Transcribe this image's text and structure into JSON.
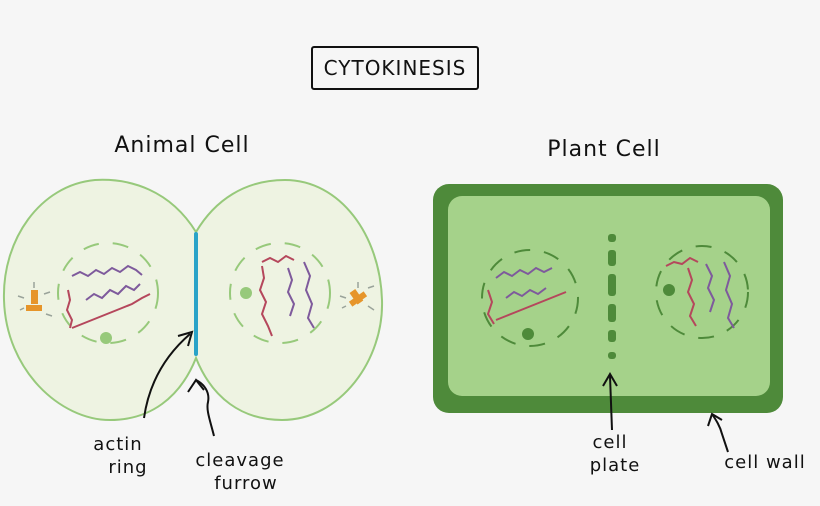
{
  "title": "CYTOKINESIS",
  "animal": {
    "heading": "Animal Cell",
    "label_actin": [
      "actin",
      "ring"
    ],
    "label_cleavage": [
      "cleavage",
      "furrow"
    ]
  },
  "plant": {
    "heading": "Plant Cell",
    "label_plate": [
      "cell",
      "plate"
    ],
    "label_wall": "cell wall"
  },
  "colors": {
    "animal_fill": "#eef3e2",
    "animal_stroke": "#97c97b",
    "furrow": "#2aa3c8",
    "plant_wall": "#4e8a3a",
    "plant_inner": "#a5d28a",
    "plate": "#4e8a3a",
    "chromosome_red": "#b5475c",
    "chromosome_purple": "#7e5a9c",
    "centriole": "#e6952a"
  }
}
